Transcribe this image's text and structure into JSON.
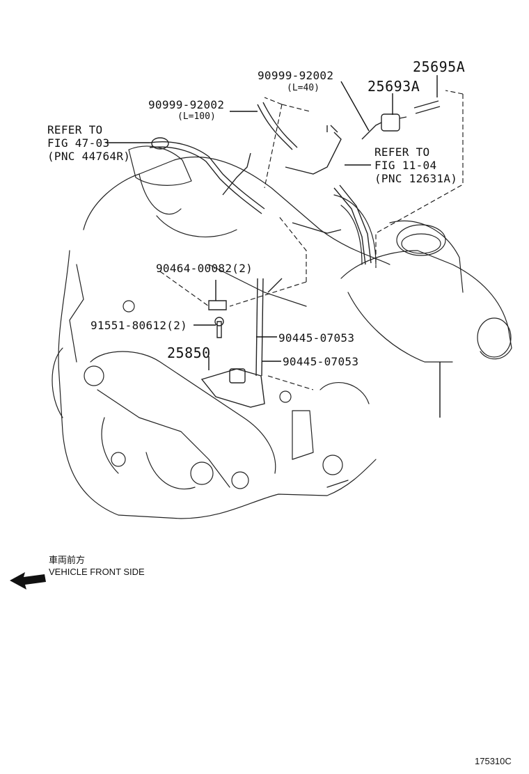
{
  "labels": {
    "p25695a": "25695A",
    "p25693a": "25693A",
    "p90999_top": "90999-92002",
    "p90999_top_len": "(L=40)",
    "p90999_left": "90999-92002",
    "p90999_left_len": "(L=100)",
    "refer1_l1": "REFER TO",
    "refer1_l2": "FIG 47-03",
    "refer1_l3": "(PNC 44764R)",
    "refer2_l1": "REFER TO",
    "refer2_l2": "FIG 11-04",
    "refer2_l3": "(PNC 12631A)",
    "p90464": "90464-00082(2)",
    "p91551": "91551-80612(2)",
    "p25850": "25850",
    "p90445_a": "90445-07053",
    "p90445_b": "90445-07053"
  },
  "front": {
    "jp": "車両前方",
    "en": "VEHICLE FRONT SIDE"
  },
  "figure_code": "175310C",
  "icons": {
    "front_arrow": "arrow-left-icon"
  }
}
